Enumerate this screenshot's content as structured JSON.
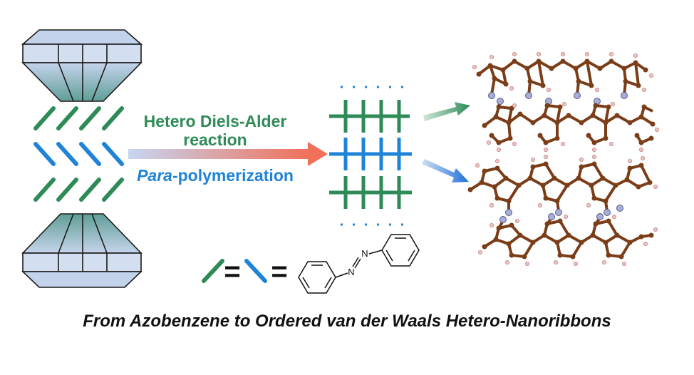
{
  "labels": {
    "reaction_line1": "Hetero Diels-Alder",
    "reaction_line2": "reaction",
    "polymerization_prefix": "Para",
    "polymerization_suffix": "-polymerization",
    "equals_1": "=",
    "equals_2": "=",
    "atom_n_top": "N",
    "atom_n_bottom": "N",
    "caption": "From Azobenzene to Ordered van der Waals Hetero-Nanoribbons"
  },
  "colors": {
    "green": "#2e8b57",
    "blue": "#1f84d8",
    "anvil_fill_dark": "#5f9e96",
    "anvil_fill_light": "#c4d3ec",
    "arrow_start": "#c6d6f2",
    "arrow_end": "#f0705a",
    "carbon": "#7a3d18",
    "nitrogen": "#a6aed8",
    "hydrogen": "#f0c4c4"
  }
}
